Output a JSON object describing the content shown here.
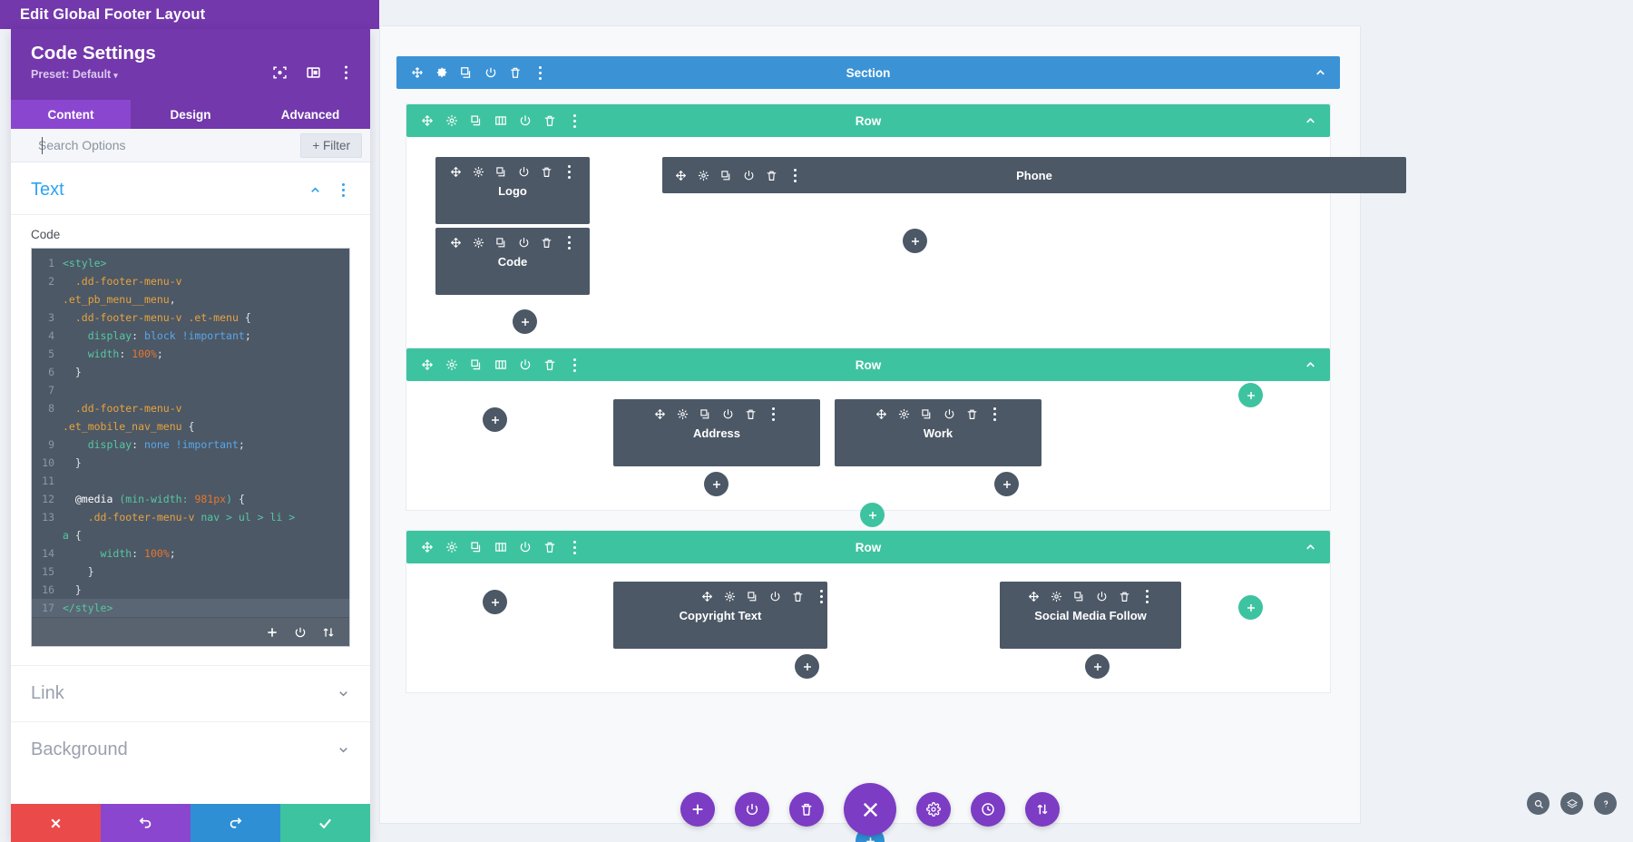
{
  "window": {
    "title": "Edit Global Footer Layout"
  },
  "panel": {
    "title": "Code Settings",
    "preset": "Preset: Default",
    "preset_caret": "▾",
    "head_icons": [
      "focus-icon",
      "layout-icon",
      "more-vertical-icon"
    ],
    "tabs": [
      {
        "label": "Content",
        "active": true
      },
      {
        "label": "Design",
        "active": false
      },
      {
        "label": "Advanced",
        "active": false
      }
    ],
    "search": {
      "value": "",
      "placeholder": "Search Options"
    },
    "filter_label": "Filter",
    "filter_plus": "+",
    "sections": [
      {
        "label": "Text",
        "open": true
      },
      {
        "label": "Link",
        "open": false
      },
      {
        "label": "Background",
        "open": false
      }
    ],
    "code_field_label": "Code",
    "code_lines": [
      {
        "n": "1",
        "html": "<span class='tk-tag'>&lt;style&gt;</span>"
      },
      {
        "n": "2",
        "html": "  <span class='tk-sel'>.dd-footer-menu-v</span>\n<span class='tk-sel'>.et_pb_menu__menu</span><span class='tk-punc'>,</span>"
      },
      {
        "n": "3",
        "html": "  <span class='tk-sel'>.dd-footer-menu-v .et-menu</span> <span class='tk-punc'>{</span>"
      },
      {
        "n": "4",
        "html": "    <span class='tk-prop'>display</span><span class='tk-punc'>:</span> <span class='tk-val'>block !important</span><span class='tk-punc'>;</span>"
      },
      {
        "n": "5",
        "html": "    <span class='tk-prop'>width</span><span class='tk-punc'>:</span> <span class='tk-num'>100%</span><span class='tk-punc'>;</span>"
      },
      {
        "n": "6",
        "html": "  <span class='tk-punc'>}</span>"
      },
      {
        "n": "7",
        "html": ""
      },
      {
        "n": "8",
        "html": "  <span class='tk-sel'>.dd-footer-menu-v</span>\n<span class='tk-sel'>.et_mobile_nav_menu</span> <span class='tk-punc'>{</span>"
      },
      {
        "n": "9",
        "html": "    <span class='tk-prop'>display</span><span class='tk-punc'>:</span> <span class='tk-val'>none !important</span><span class='tk-punc'>;</span>"
      },
      {
        "n": "10",
        "html": "  <span class='tk-punc'>}</span>"
      },
      {
        "n": "11",
        "html": ""
      },
      {
        "n": "12",
        "html": "  <span class='tk-at'>@media</span> <span class='tk-combi'>(min-width:</span> <span class='tk-num'>981px</span><span class='tk-combi'>)</span> <span class='tk-punc'>{</span>"
      },
      {
        "n": "13",
        "html": "    <span class='tk-sel'>.dd-footer-menu-v</span> <span class='tk-combi'>nav &gt; ul &gt; li &gt;</span>\n<span class='tk-combi'>a</span> <span class='tk-punc'>{</span>"
      },
      {
        "n": "14",
        "html": "      <span class='tk-prop'>width</span><span class='tk-punc'>:</span> <span class='tk-num'>100%</span><span class='tk-punc'>;</span>"
      },
      {
        "n": "15",
        "html": "    <span class='tk-punc'>}</span>"
      },
      {
        "n": "16",
        "html": "  <span class='tk-punc'>}</span>"
      },
      {
        "n": "17",
        "html": "<span class='tk-tag'>&lt;/style&gt;</span>",
        "highlight": true
      }
    ],
    "code_footer_icons": [
      "plus-icon",
      "power-icon",
      "sort-icon"
    ],
    "actions": [
      {
        "name": "cancel-button",
        "icon": "close-icon",
        "color": "#eb4a4a"
      },
      {
        "name": "undo-button",
        "icon": "undo-icon",
        "color": "#8b46cf"
      },
      {
        "name": "redo-button",
        "icon": "redo-icon",
        "color": "#2e8fd4"
      },
      {
        "name": "save-button",
        "icon": "check-icon",
        "color": "#3ec3a0"
      }
    ]
  },
  "canvas": {
    "section_label": "Section",
    "section_color": "#3b93d6",
    "row_color": "#3ec3a0",
    "module_color": "#4c5866",
    "section_tools": [
      "move-icon",
      "gear-icon",
      "duplicate-icon",
      "power-icon",
      "trash-icon",
      "more-vertical-icon"
    ],
    "row_tools": [
      "move-icon",
      "gear-icon",
      "duplicate-icon",
      "columns-icon",
      "power-icon",
      "trash-icon",
      "more-vertical-icon"
    ],
    "module_tools": [
      "move-icon",
      "gear-icon",
      "duplicate-icon",
      "power-icon",
      "trash-icon",
      "more-vertical-icon"
    ],
    "rows": [
      {
        "label": "Row",
        "modules": [
          "Logo",
          "Phone",
          "Code"
        ]
      },
      {
        "label": "Row",
        "modules": [
          "Address",
          "Work"
        ]
      },
      {
        "label": "Row",
        "modules": [
          "Copyright Text",
          "Social Media Follow"
        ]
      }
    ],
    "add_label": "+",
    "fab_buttons": [
      {
        "name": "add-fab",
        "icon": "plus-icon"
      },
      {
        "name": "power-fab",
        "icon": "power-icon"
      },
      {
        "name": "trash-fab",
        "icon": "trash-icon"
      },
      {
        "name": "close-fab",
        "icon": "close-icon",
        "big": true
      },
      {
        "name": "settings-fab",
        "icon": "gear-icon"
      },
      {
        "name": "history-fab",
        "icon": "clock-icon"
      },
      {
        "name": "portability-fab",
        "icon": "sort-icon"
      }
    ],
    "helpers": [
      {
        "name": "zoom-helper",
        "icon": "search-icon"
      },
      {
        "name": "layers-helper",
        "icon": "layers-icon"
      },
      {
        "name": "help-helper",
        "icon": "help-icon",
        "glyph": "?"
      }
    ]
  }
}
